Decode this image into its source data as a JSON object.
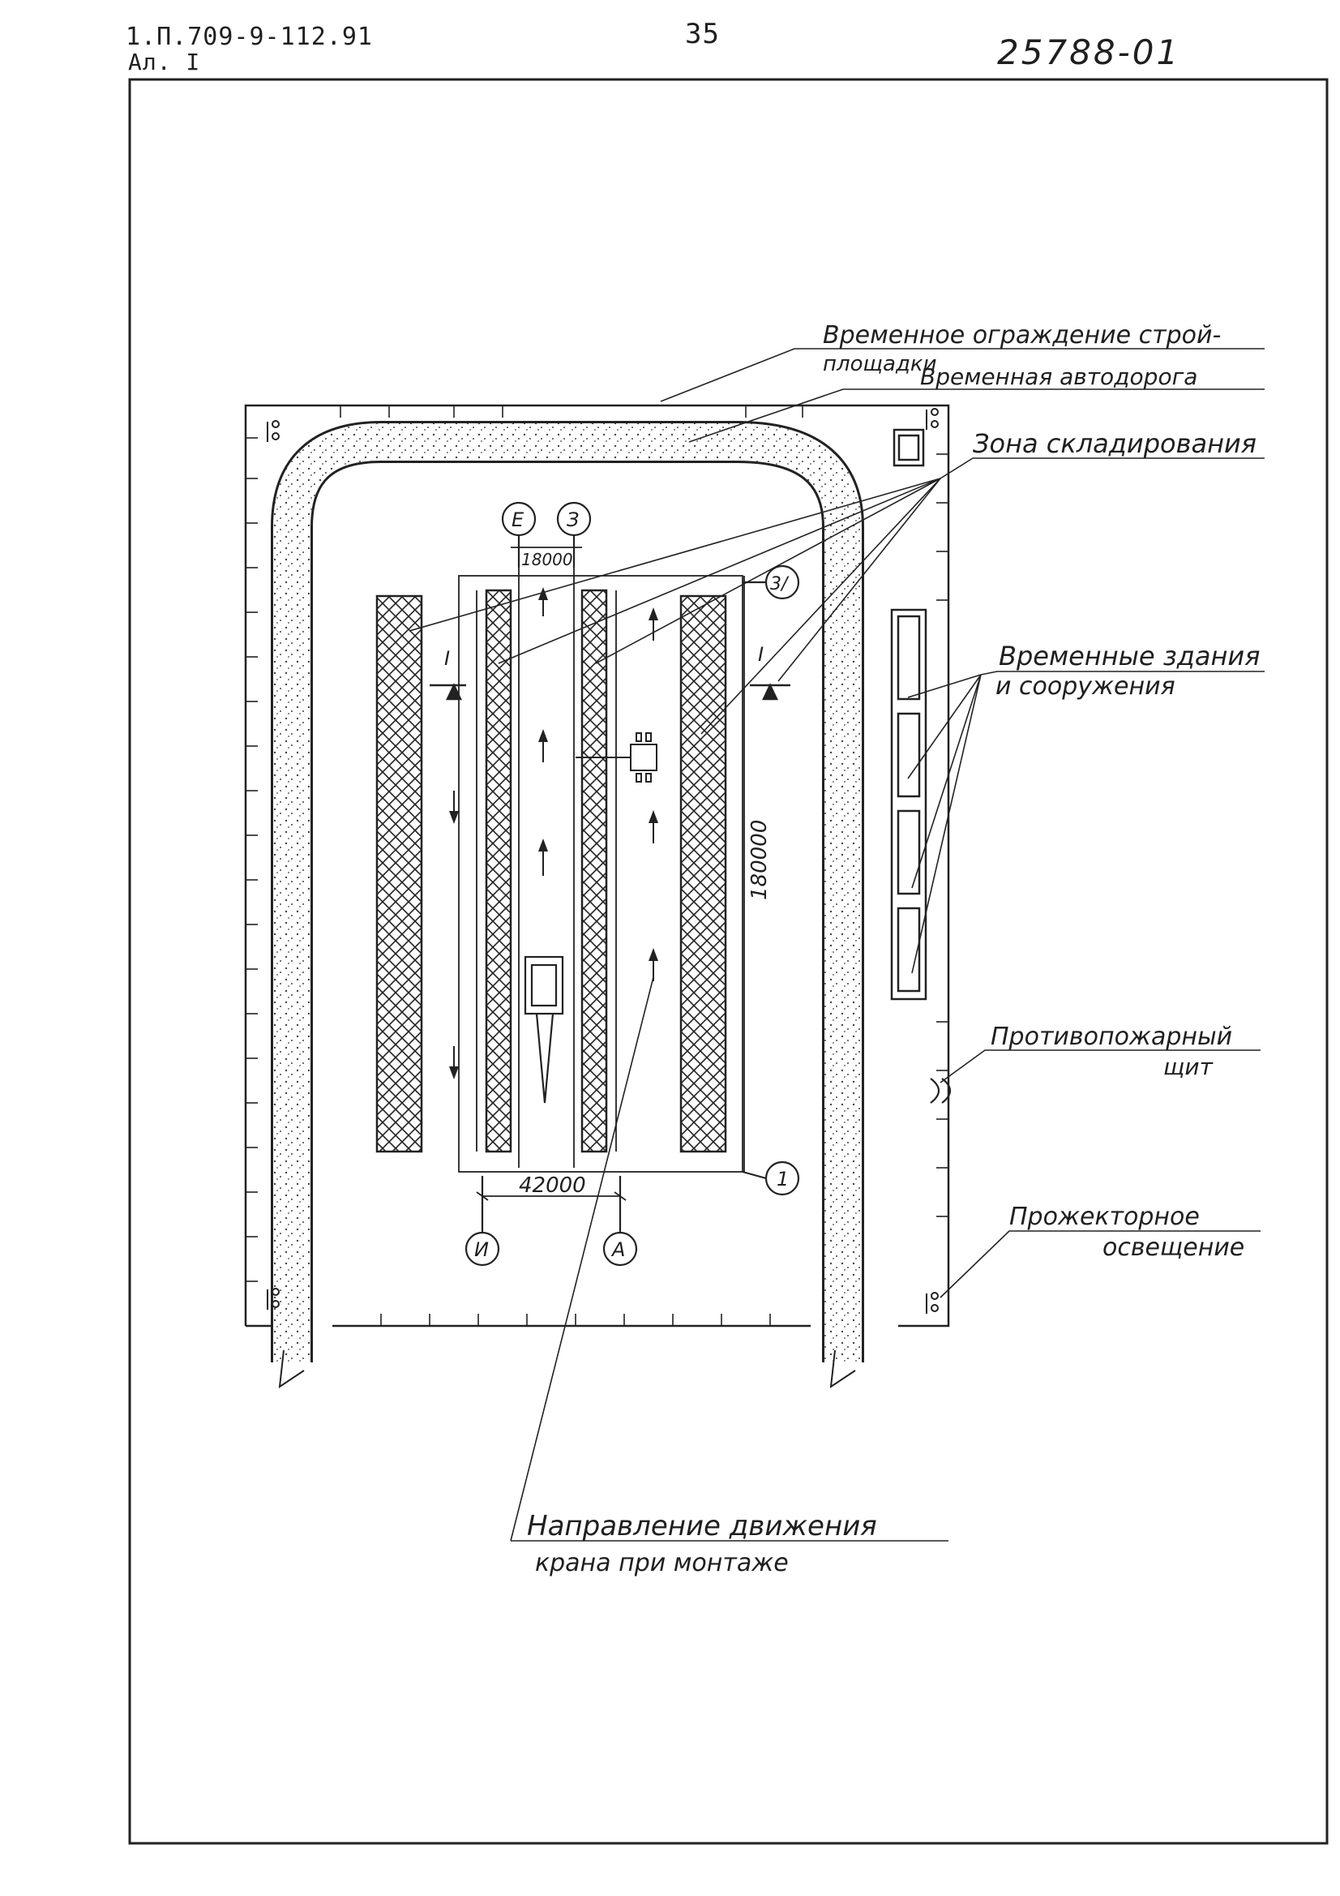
{
  "header": {
    "doc_code": "1.П.709-9-112.91",
    "sheet": "Ал. I",
    "page_number": "35",
    "sheet_number": "25788-01"
  },
  "labels": {
    "fence_1": "Временное ограждение строй-",
    "fence_2": "площадки",
    "road": "Временная автодорога",
    "storage": "Зона складирования",
    "buildings_1": "Временные здания",
    "buildings_2": "и сооружения",
    "fire_1": "Противопожарный",
    "fire_2": "щит",
    "light_1": "Прожекторное",
    "light_2": "освещение",
    "direction_1": "Направление движения",
    "direction_2": "крана при монтаже"
  },
  "dimensions": {
    "span": "18000",
    "width": "42000",
    "length": "180000"
  },
  "axes": {
    "top_left": "Е",
    "top_right": "З",
    "right_upper": "3/",
    "right_lower": "1",
    "bottom_left": "И",
    "bottom_right": "А"
  },
  "section_mark": "I"
}
